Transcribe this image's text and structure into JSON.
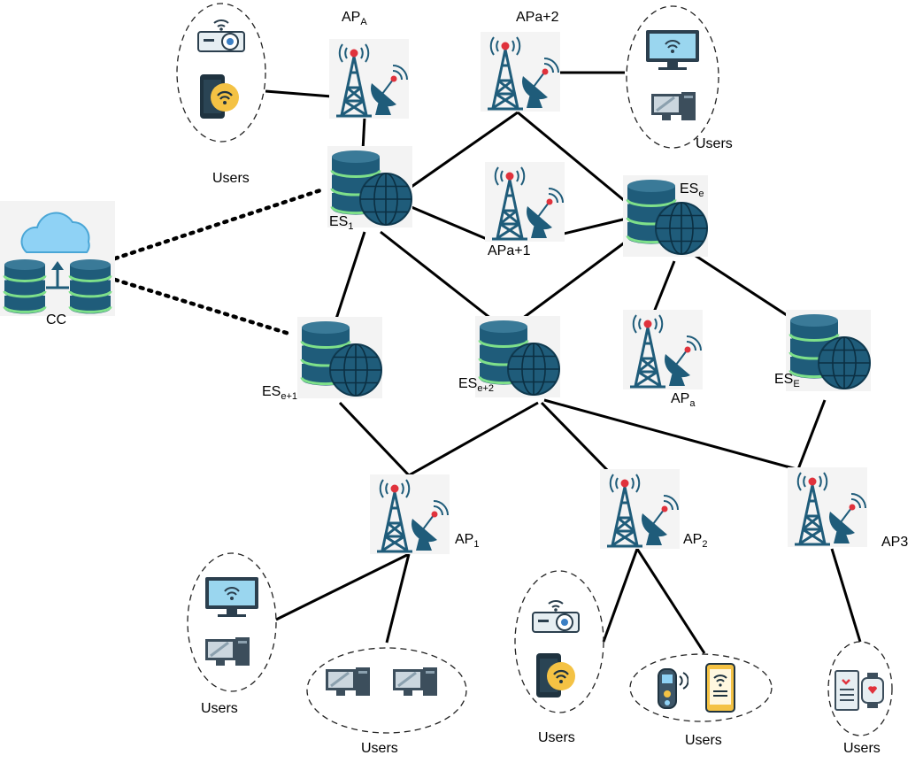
{
  "cloud": {
    "label": "CC"
  },
  "edge_servers": {
    "es1": {
      "base": "ES",
      "sub": "1"
    },
    "ese": {
      "base": "ES",
      "sub": "e"
    },
    "ese1": {
      "base": "ES",
      "sub": "e+1"
    },
    "ese2": {
      "base": "ES",
      "sub": "e+2"
    },
    "esE": {
      "base": "ES",
      "sub": "E"
    }
  },
  "access_points": {
    "apA": {
      "base": "AP",
      "sub": "A"
    },
    "apa2": {
      "base": "APa+2",
      "sub": ""
    },
    "apa1": {
      "base": "APa+1",
      "sub": ""
    },
    "apa": {
      "base": "AP",
      "sub": "a"
    },
    "ap1": {
      "base": "AP",
      "sub": "1"
    },
    "ap2": {
      "base": "AP",
      "sub": "2"
    },
    "ap3": {
      "base": "AP3",
      "sub": ""
    }
  },
  "user_groups": {
    "top_left": "Users",
    "top_right": "Users",
    "bottom_1": "Users",
    "bottom_2": "Users",
    "bottom_3": "Users",
    "bottom_4": "Users",
    "bottom_5": "Users"
  },
  "colors": {
    "db": "#1f5c7a",
    "db_stripe": "#7ee08a",
    "globe": "#1f5c7a",
    "tower": "#1f5c7a",
    "signal": "#e0323c",
    "cloud": "#8fd2f5"
  }
}
